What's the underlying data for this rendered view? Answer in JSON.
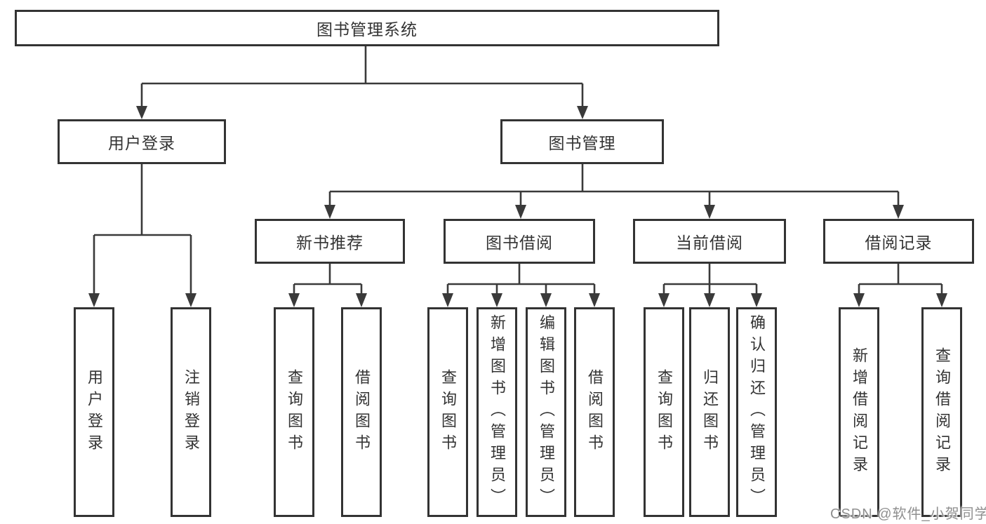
{
  "diagram": {
    "root": {
      "label": "图书管理系统"
    },
    "children": [
      {
        "label": "用户登录",
        "children": [
          {
            "label": "用户登录"
          },
          {
            "label": "注销登录"
          }
        ]
      },
      {
        "label": "图书管理",
        "children": [
          {
            "label": "新书推荐",
            "children": [
              {
                "label": "查询图书"
              },
              {
                "label": "借阅图书"
              }
            ]
          },
          {
            "label": "图书借阅",
            "children": [
              {
                "label": "查询图书"
              },
              {
                "label": "新增图书（管理员）"
              },
              {
                "label": "编辑图书（管理员）"
              },
              {
                "label": "借阅图书"
              }
            ]
          },
          {
            "label": "当前借阅",
            "children": [
              {
                "label": "查询图书"
              },
              {
                "label": "归还图书"
              },
              {
                "label": "确认归还（管理员）"
              }
            ]
          },
          {
            "label": "借阅记录",
            "children": [
              {
                "label": "新增借阅记录"
              },
              {
                "label": "查询借阅记录"
              }
            ]
          }
        ]
      }
    ]
  },
  "watermark": {
    "text": "CSDN @软件_小贺同学"
  },
  "colors": {
    "line": "#3a3a3a",
    "box_border": "#333333",
    "text": "#333333",
    "background": "#ffffff",
    "watermark": "#8f8f8f"
  }
}
